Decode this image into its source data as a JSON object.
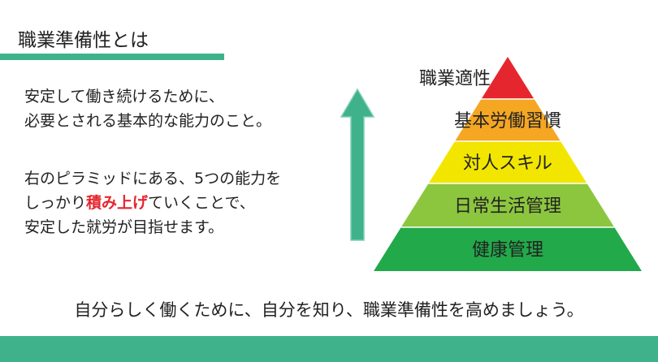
{
  "title": "職業準備性とは",
  "intro": [
    "安定して働き続けるために、",
    "必要とされる基本的な能力のこと。"
  ],
  "description": {
    "line1": "右のピラミッドにある、5つの能力を",
    "line2_pre": "しっかり",
    "line2_highlight": "積み上げ",
    "line2_post": "ていくことで、",
    "line3": "安定した就労が目指せます。"
  },
  "pyramid": {
    "levels": [
      {
        "label": "職業適性",
        "color": "#e6262e"
      },
      {
        "label": "基本労働習慣",
        "color": "#f5a623"
      },
      {
        "label": "対人スキル",
        "color": "#f2e600"
      },
      {
        "label": "日常生活管理",
        "color": "#8cc63f"
      },
      {
        "label": "健康管理",
        "color": "#22a94a"
      }
    ]
  },
  "footer": "自分らしく働くために、自分を知り、職業準備性を高めましょう。",
  "colors": {
    "accent": "#3fb28c",
    "highlight": "#e6262e"
  }
}
